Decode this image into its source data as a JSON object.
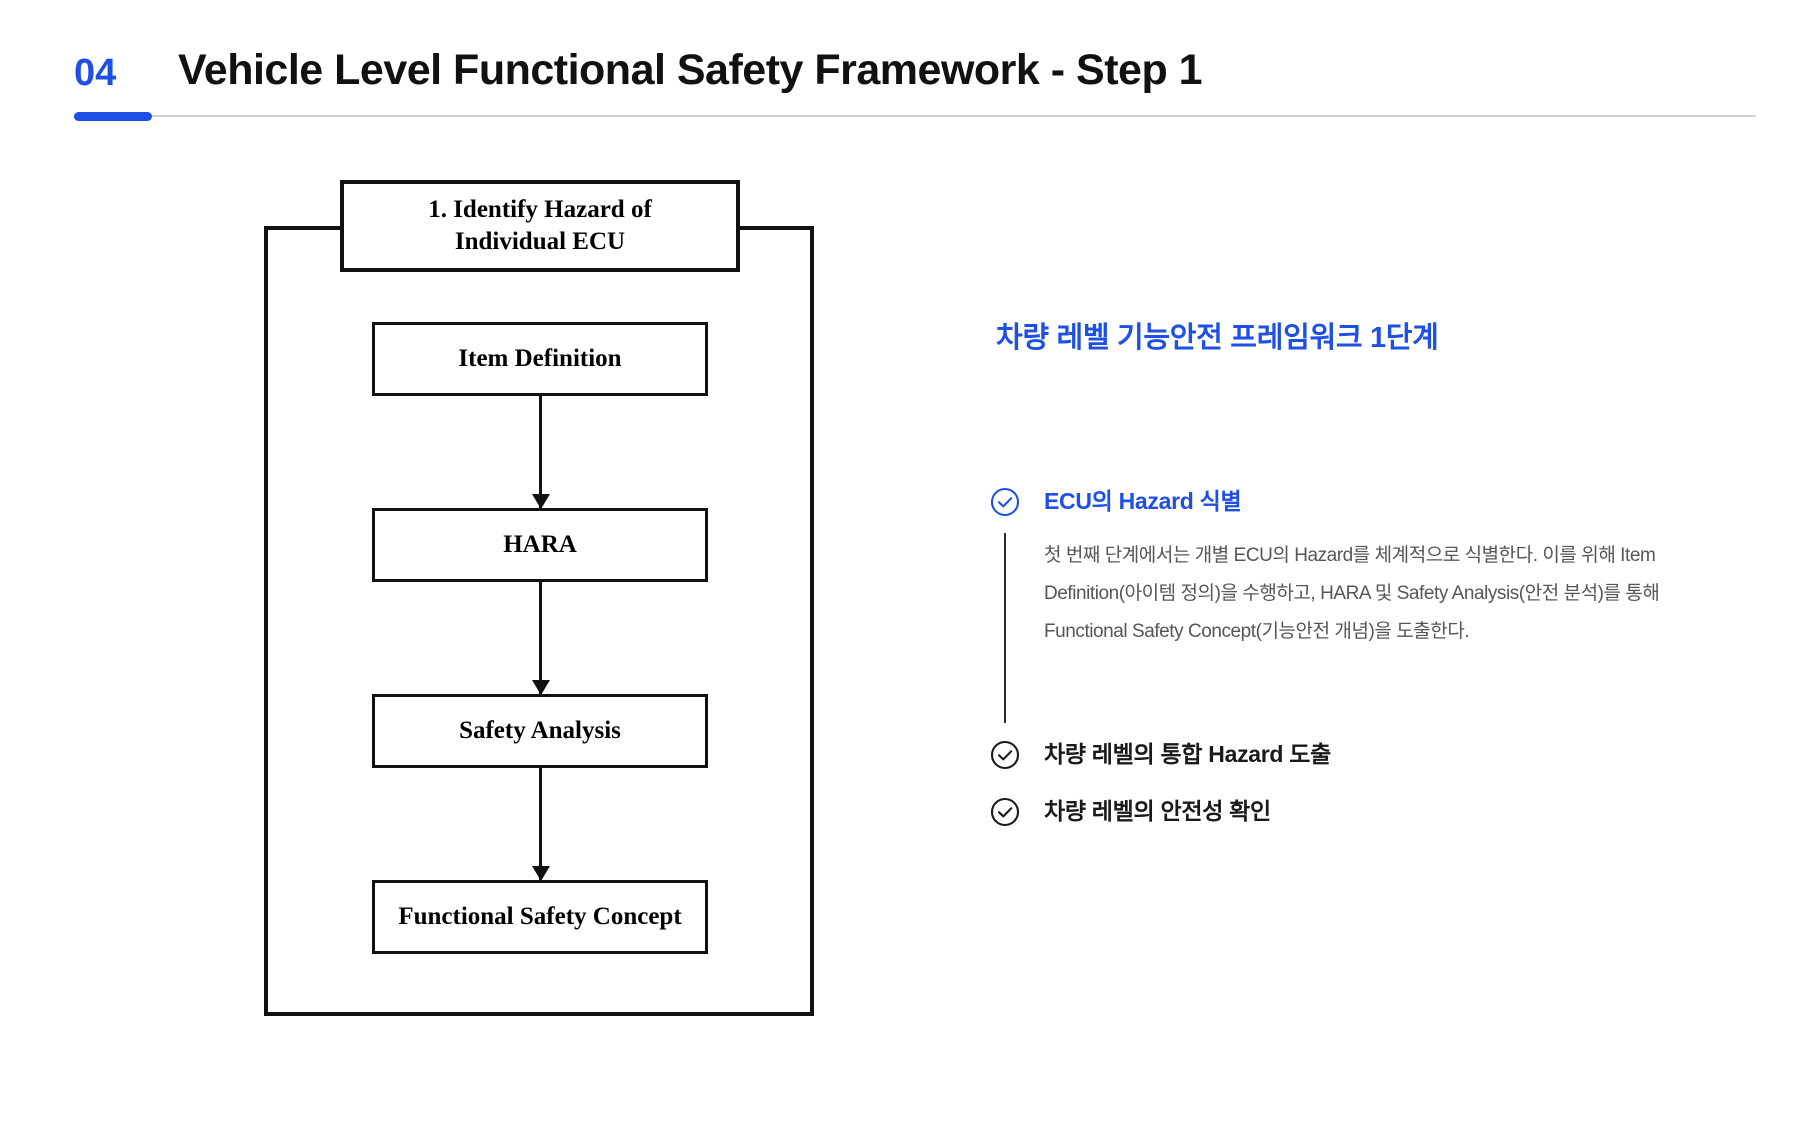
{
  "header": {
    "number": "04",
    "title": "Vehicle Level Functional Safety Framework - Step 1",
    "accent_color": "#1E50E6"
  },
  "flowchart": {
    "title_box": "1. Identify Hazard of\nIndividual ECU",
    "nodes": [
      {
        "label": "Item Definition"
      },
      {
        "label": "HARA"
      },
      {
        "label": "Safety Analysis"
      },
      {
        "label": "Functional Safety Concept"
      }
    ],
    "arrow_icon": "down-arrow-icon"
  },
  "panel": {
    "heading": "차량 레벨 기능안전 프레임워크 1단계",
    "heading_color": "#1E50E6",
    "items": [
      {
        "icon": "check-circle-icon",
        "label": "ECU의 Hazard 식별",
        "color": "#1E50E6",
        "body": "첫 번째 단계에서는 개별 ECU의 Hazard를 체계적으로 식별한다. 이를 위해 Item Definition(아이템 정의)을 수행하고, HARA 및 Safety Analysis(안전 분석)를 통해 Functional Safety Concept(기능안전 개념)을 도출한다."
      },
      {
        "icon": "check-circle-icon",
        "label": "차량 레벨의 통합 Hazard 도출",
        "color": "#1a1a1a"
      },
      {
        "icon": "check-circle-icon",
        "label": "차량 레벨의 안전성 확인",
        "color": "#1a1a1a"
      }
    ]
  }
}
